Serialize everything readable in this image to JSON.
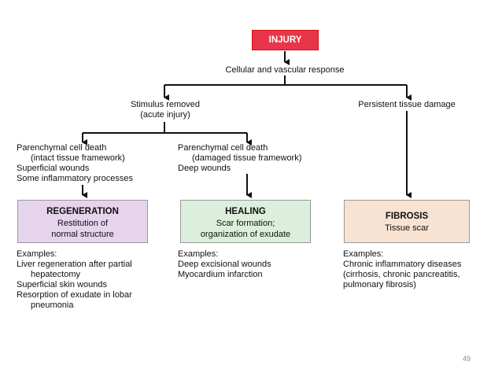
{
  "injury": "INJURY",
  "response": "Cellular and vascular response",
  "stimulus": [
    "Stimulus removed",
    "(acute injury)"
  ],
  "persistent": "Persistent tissue damage",
  "left_conditions": [
    "Parenchymal cell death",
    "(intact tissue framework)",
    "Superficial wounds",
    "Some inflammatory processes"
  ],
  "mid_conditions": [
    "Parenchymal cell death",
    "(damaged tissue framework)",
    "Deep wounds"
  ],
  "regeneration": {
    "title": "REGENERATION",
    "lines": [
      "Restitution of",
      "normal structure"
    ],
    "color": "#e6d4ec"
  },
  "healing": {
    "title": "HEALING",
    "lines": [
      "Scar formation;",
      "organization of exudate"
    ],
    "color": "#dcefdc"
  },
  "fibrosis": {
    "title": "FIBROSIS",
    "lines": [
      "Tissue scar"
    ],
    "color": "#f8e3d3"
  },
  "examples_label": "Examples:",
  "left_examples": [
    "Liver regeneration after partial",
    "hepatectomy",
    "Superficial skin wounds",
    "Resorption of exudate in lobar",
    "pneumonia"
  ],
  "mid_examples": [
    "Deep excisional wounds",
    "Myocardium infarction"
  ],
  "right_examples": [
    "Chronic inflammatory diseases",
    "(cirrhosis, chronic pancreatitis,",
    "pulmonary fibrosis)"
  ],
  "page_number": "49"
}
